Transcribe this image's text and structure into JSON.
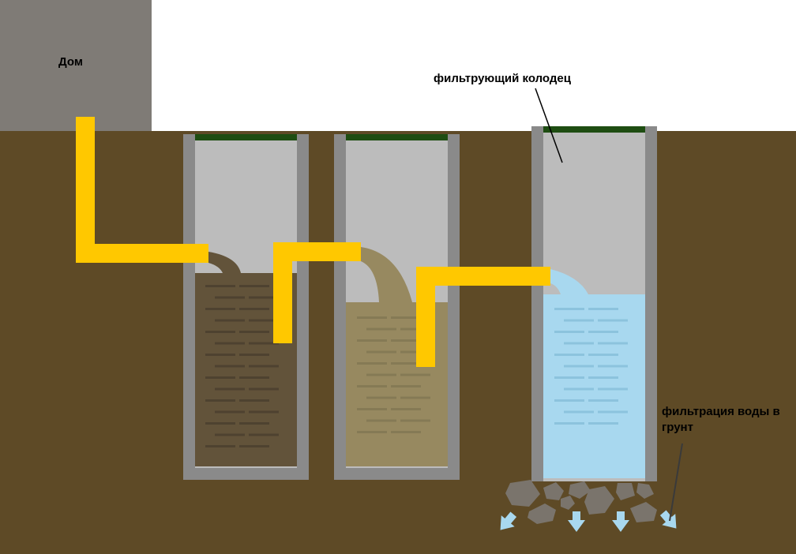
{
  "labels": {
    "house": "Дом",
    "filter_well": "фильтрующий колодец",
    "ground_filtration_line1": "фильтрация воды в",
    "ground_filtration_line2": "грунт"
  },
  "colors": {
    "sky": "#ffffff",
    "soil": "#5e4a26",
    "house": "#7f7b76",
    "well_wall": "#8a8a8a",
    "well_air": "#bcbcbc",
    "well_lid": "#1e4d12",
    "pipe": "#ffc800",
    "sludge_dark": "#62533a",
    "sludge_light": "#978960",
    "clean_water": "#a8d8ef",
    "stones": "#7a746c",
    "arrows": "#a8d8ef"
  },
  "icons": [
    "arrow-down-icon"
  ]
}
